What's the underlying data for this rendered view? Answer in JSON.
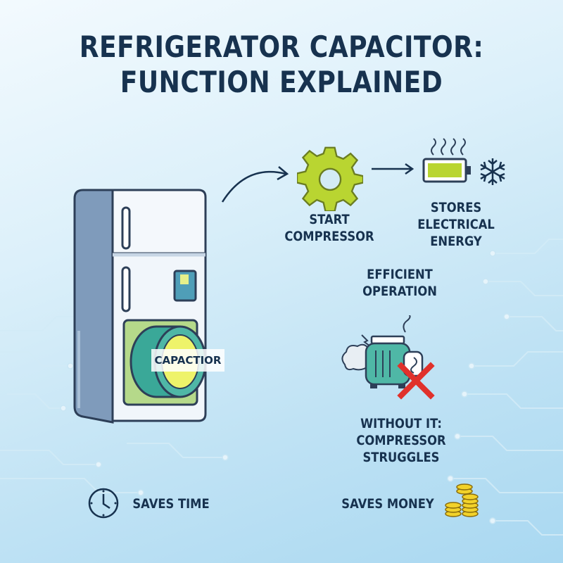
{
  "title": {
    "line1": "REFRIGERATOR CAPACITOR:",
    "line2": "FUNCTION EXPLAINED"
  },
  "fridge": {
    "capacitor_label": "CAPACTIOR"
  },
  "steps": {
    "start": {
      "line1": "START",
      "line2": "COMPRESSOR"
    },
    "stores": {
      "line1": "STORES",
      "line2": "ELECTRICAL",
      "line3": "ENERGY"
    },
    "efficient": {
      "line1": "EFFICIENT",
      "line2": "OPERATION"
    },
    "without": {
      "line1": "WITHOUT IT:",
      "line2": "COMPRESSOR STRUGGLES"
    }
  },
  "benefits": {
    "time": "SAVES TIME",
    "money": "SAVES MONEY"
  },
  "icons": {
    "gear": "gear-icon",
    "battery": "battery-icon",
    "snowflake": "snowflake-icon",
    "heat": "heat-waves-icon",
    "compressor": "compressor-icon",
    "cross": "red-x-icon",
    "clock": "clock-icon",
    "coins": "coins-icon"
  },
  "colors": {
    "title": "#17324f",
    "gear": "#b9d531",
    "battery_fill": "#b9d531",
    "cross": "#e0312b",
    "capacitor_body": "#3aa898"
  }
}
